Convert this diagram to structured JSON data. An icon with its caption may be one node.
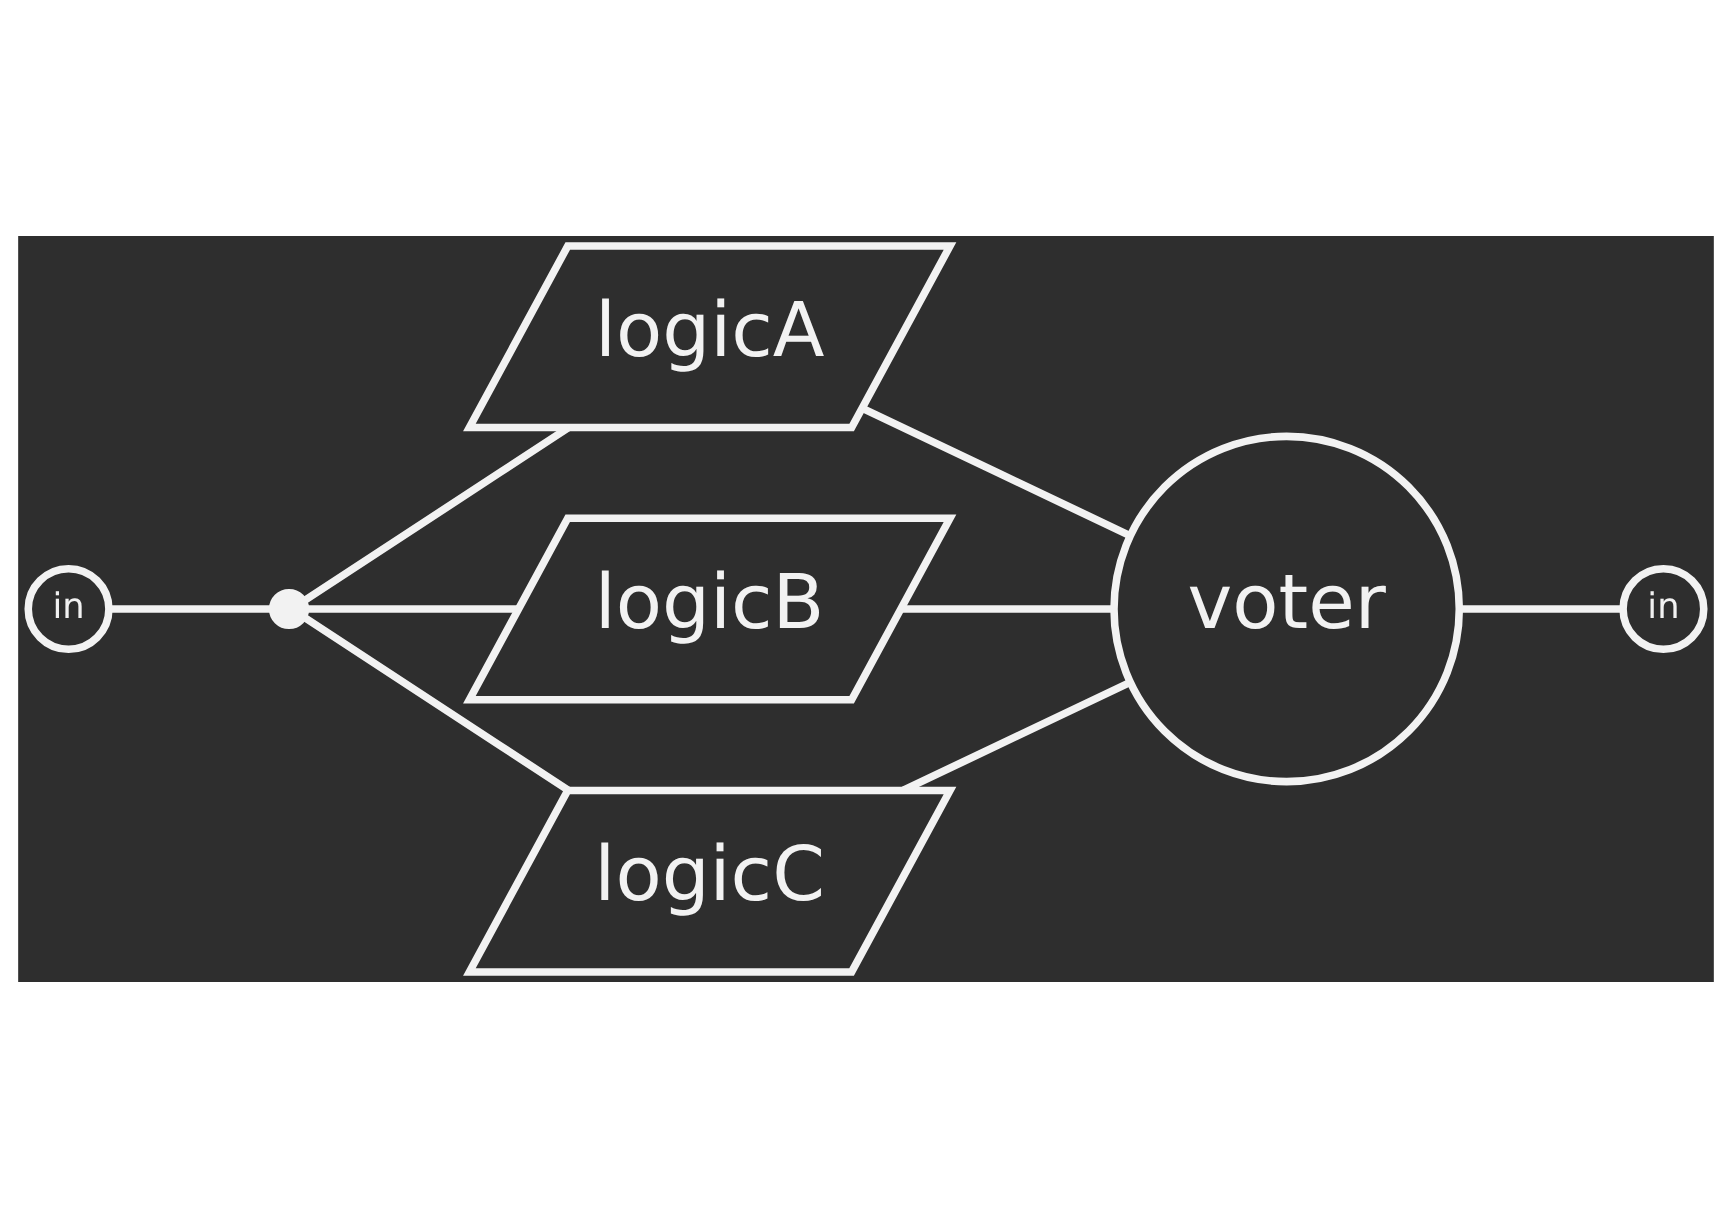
{
  "diagram": {
    "nodes": [
      {
        "text": [
          "in"
        ]
      },
      {
        "text": [],
        "shape": "circle"
      },
      {
        "text": [
          "logicA"
        ]
      },
      {
        "text": [
          "logicB"
        ]
      },
      {
        "text": [
          "logicC"
        ]
      },
      {
        "text": [
          "voter"
        ]
      },
      {
        "text": [
          "in"
        ]
      }
    ],
    "edges": [
      {
        "from": 0,
        "to": 1,
        "arrow": "none"
      },
      {
        "from": 1,
        "to": 2,
        "arrow": "none"
      },
      {
        "from": 1,
        "to": 3,
        "arrow": "none"
      },
      {
        "from": 1,
        "to": 4,
        "arrow": "none"
      },
      {
        "from": 2,
        "to": 5,
        "arrow": "none"
      },
      {
        "from": 3,
        "to": 5,
        "arrow": "none"
      },
      {
        "from": 4,
        "to": 5,
        "arrow": "none"
      },
      {
        "from": 5,
        "to": 6,
        "arrow": "none"
      }
    ]
  }
}
